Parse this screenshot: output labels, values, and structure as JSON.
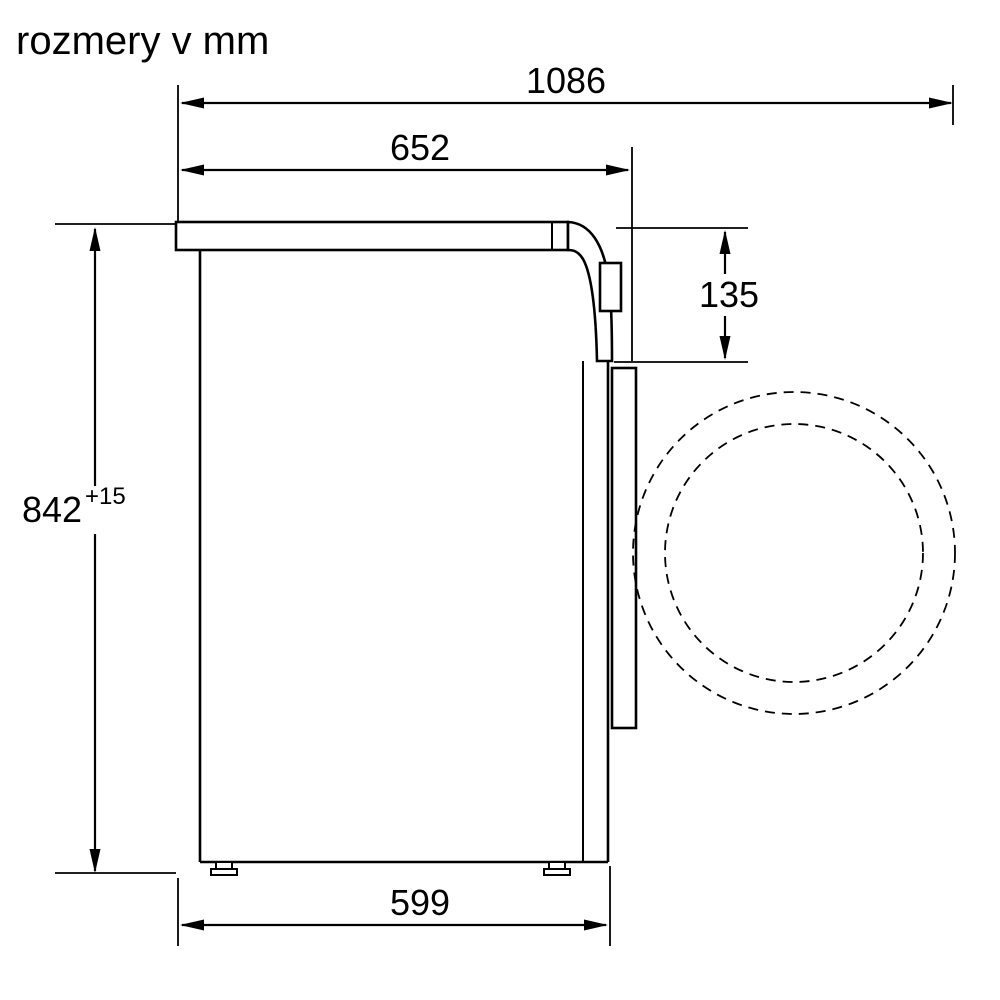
{
  "title": "rozmery v mm",
  "dimensions": {
    "overall_depth_door_open": "1086",
    "depth_with_console": "652",
    "console_height": "135",
    "height": "842",
    "height_tolerance": "+15",
    "body_depth": "599"
  },
  "colors": {
    "line": "#000000",
    "background": "#ffffff"
  },
  "diagram_type": "appliance-side-view-dimension-drawing"
}
